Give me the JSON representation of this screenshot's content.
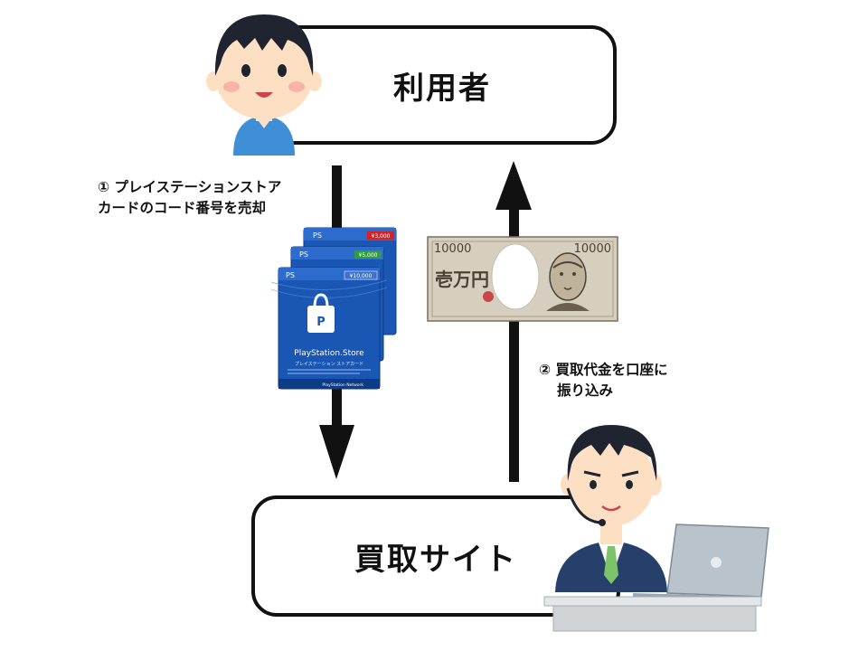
{
  "nodes": {
    "user": {
      "label": "利用者"
    },
    "site": {
      "label": "買取サイト"
    }
  },
  "steps": {
    "step1": {
      "line1": "① プレイステーションストア",
      "line2": "カードのコード番号を売却"
    },
    "step2": {
      "line1": "② 買取代金を口座に",
      "line2": "振り込み"
    }
  },
  "gift_card": {
    "brand": "PlayStation.Store",
    "subtitle": "プレイステーション ストアカード",
    "footer": "PlayStation Network",
    "tags": [
      "¥3,000",
      "¥5,000",
      "¥10,000"
    ]
  },
  "banknote": {
    "denomination_left": "10000",
    "denomination_right": "10000",
    "text": "壱万円"
  },
  "colors": {
    "box_border": "#111111",
    "arrow": "#111111",
    "card_blue": "#1a57b5",
    "card_dark": "#0d3b86",
    "tag_red": "#d2232a",
    "tag_green": "#2f9e3a",
    "tag_blue": "#3a74d0",
    "note_bg": "#d6cfbf",
    "note_dark": "#7a6f5c",
    "shirt_blue": "#3f8fd6",
    "suit_navy": "#27406b",
    "tie_green": "#7cc36a",
    "skin": "#fde0c4",
    "hair": "#1f2430",
    "laptop": "#b8c3cc",
    "desk": "#cfd3d6"
  }
}
